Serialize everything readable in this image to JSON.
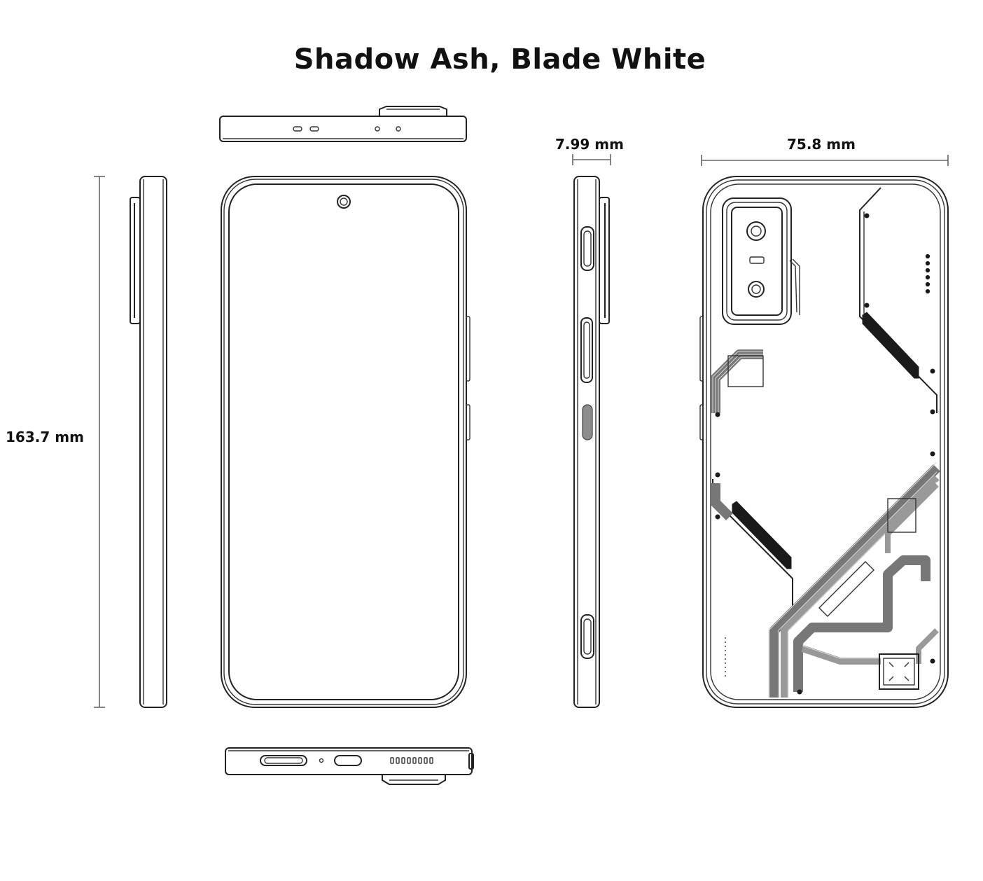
{
  "title": "Shadow Ash, Blade White",
  "dimensions": {
    "height": "163.7 mm",
    "depth": "7.99 mm",
    "width": "75.8 mm"
  },
  "colors": {
    "line": "#222222",
    "accent_gray": "#8d8d8d",
    "background": "#ffffff"
  }
}
